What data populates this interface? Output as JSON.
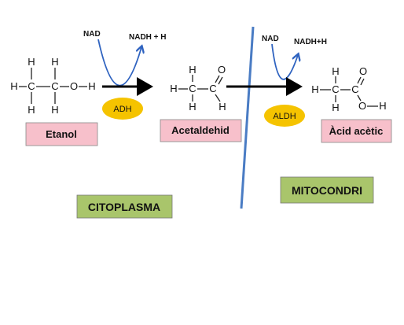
{
  "cofactors": {
    "nad_1": "NAD",
    "nadh_1": "NADH + H",
    "nad_2": "NAD",
    "nadh_2": "NADH+H"
  },
  "enzymes": {
    "adh": "ADH",
    "aldh": "ALDH"
  },
  "compounds": {
    "etanol": "Etanol",
    "acetaldehid": "Acetaldehid",
    "acid_acetic": "Àcid acètic"
  },
  "compartments": {
    "citoplasma": "CITOPLASMA",
    "mitocondri": "MITOCONDRI"
  },
  "atoms": {
    "H": "H",
    "C": "C",
    "O": "O"
  },
  "colors": {
    "pink_box": "#f7c0cb",
    "green_box": "#a9c56b",
    "enzyme_oval": "#f5c300",
    "membrane": "#4a7cc4",
    "cofactor_arrow": "#2f63c0"
  }
}
